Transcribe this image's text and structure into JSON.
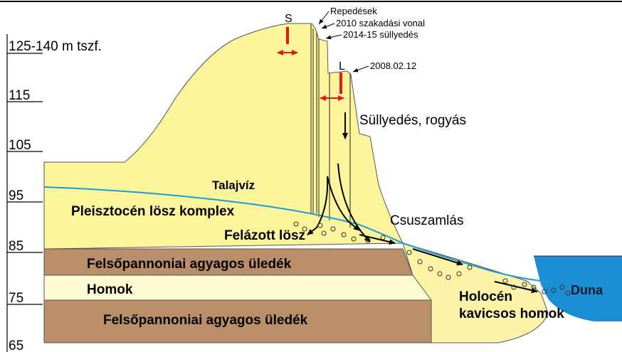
{
  "scale": {
    "ticks": [
      "125-140 m tszf.",
      "115",
      "105",
      "95",
      "85",
      "75",
      "65"
    ]
  },
  "layers": {
    "pleistocene": "Pleisztocén lösz komplex",
    "groundwater": "Talajvíz",
    "loosened_loess": "Felázott lösz",
    "upper_clay": "Felsőpannoniai agyagos üledék",
    "sand": "Homok",
    "lower_clay": "Felsőpannoniai agyagos üledék",
    "holocene_line1": "Holocén",
    "holocene_line2": "kavicsos homok",
    "river": "Duna"
  },
  "annotations": {
    "marker_s": "S",
    "marker_l": "L",
    "cracks": "Repedések",
    "scarp_2010": "2010 szakadási vonal",
    "subsidence_2014": "2014-15 süllyedés",
    "date_2008": "2008.02.12",
    "subsidence": "Süllyedés, rogyás",
    "landslide": "Csuszamlás"
  },
  "colors": {
    "loess": "#fdf59c",
    "clay": "#b98e68",
    "sand": "#fefbd2",
    "holocene": "#fdf3a6",
    "water": "#1a8fd4",
    "groundwater_line": "#1a9ad8",
    "marker_red": "#e01818"
  }
}
